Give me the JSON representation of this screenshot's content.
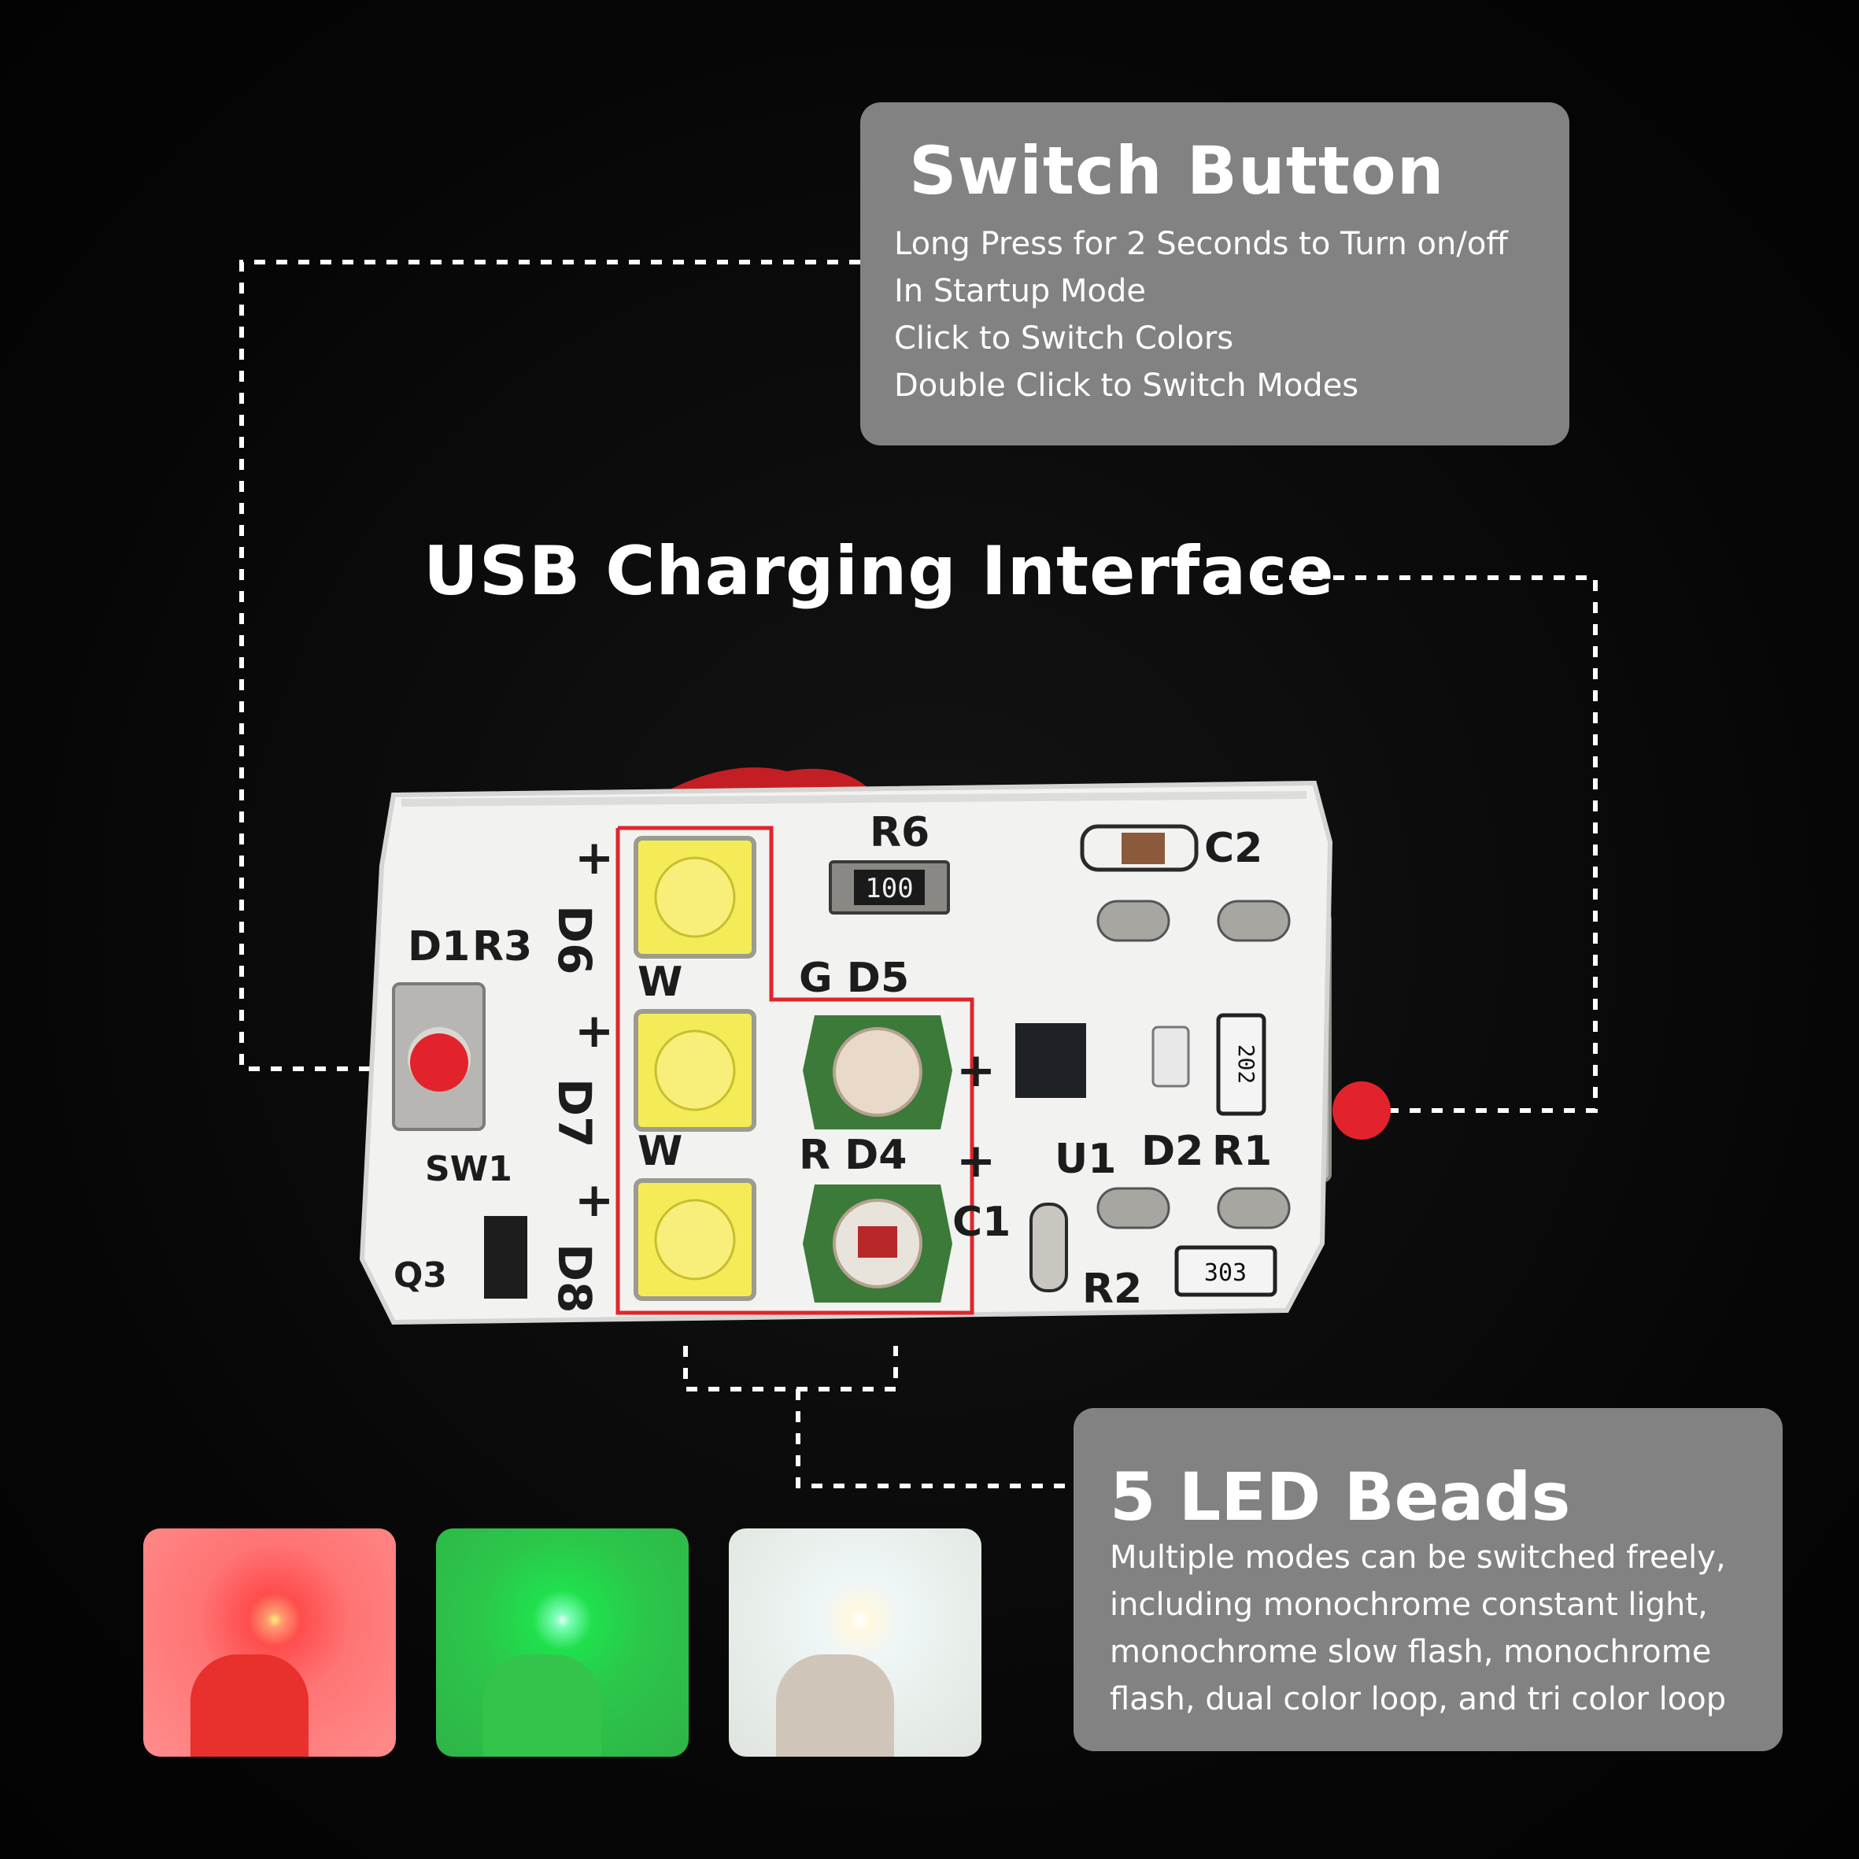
{
  "switch_button": {
    "title": "Switch Button",
    "lines": [
      "Long Press for 2 Seconds to Turn on/off",
      "In Startup Mode",
      "Click to Switch Colors",
      "Double Click to Switch Modes"
    ]
  },
  "usb": {
    "title": "USB Charging Interface"
  },
  "led_beads": {
    "title": "5 LED Beads",
    "description": "Multiple modes can be switched freely, including monochrome constant light, monochrome slow flash, monochrome flash, dual color loop, and tri color loop"
  },
  "board_labels": {
    "d1": "D1",
    "r3": "R3",
    "d6": "D6",
    "sw1": "SW1",
    "q3": "Q3",
    "d7": "D7",
    "d8": "D8",
    "w1": "W",
    "w2": "W",
    "r6": "R6",
    "r6_code": "100",
    "g_d5": "G D5",
    "r_d4": "R D4",
    "c1": "C1",
    "c2": "C2",
    "u1": "U1",
    "d2": "D2",
    "r1": "R1",
    "r1_code": "202",
    "r2": "R2",
    "r2_code": "303",
    "plus": "+"
  },
  "colors": {
    "panel": "#8c8c8c",
    "marker": "#e3232b",
    "highlight": "#e0252b"
  },
  "swatches": [
    "red",
    "green",
    "white"
  ]
}
